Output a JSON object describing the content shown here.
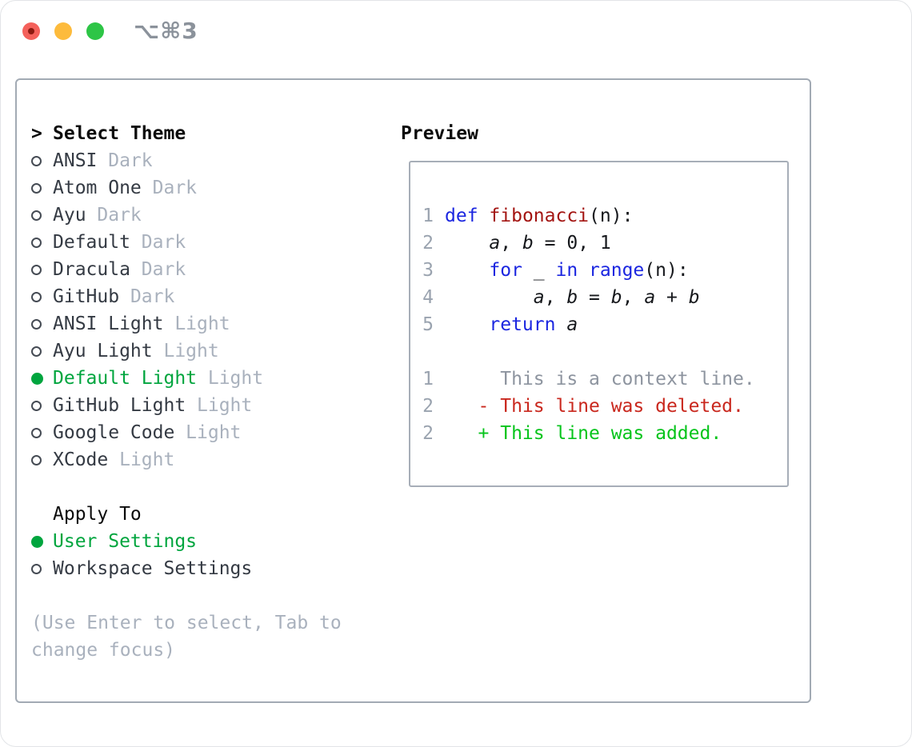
{
  "titlebar": {
    "shortcut": "⌥⌘3"
  },
  "selector": {
    "prompt": ">",
    "title": "Select Theme",
    "themes": [
      {
        "name": "ANSI",
        "variant": "Dark",
        "selected": false
      },
      {
        "name": "Atom One",
        "variant": "Dark",
        "selected": false
      },
      {
        "name": "Ayu",
        "variant": "Dark",
        "selected": false
      },
      {
        "name": "Default",
        "variant": "Dark",
        "selected": false
      },
      {
        "name": "Dracula",
        "variant": "Dark",
        "selected": false
      },
      {
        "name": "GitHub",
        "variant": "Dark",
        "selected": false
      },
      {
        "name": "ANSI Light",
        "variant": "Light",
        "selected": false
      },
      {
        "name": "Ayu Light",
        "variant": "Light",
        "selected": false
      },
      {
        "name": "Default Light",
        "variant": "Light",
        "selected": true
      },
      {
        "name": "GitHub Light",
        "variant": "Light",
        "selected": false
      },
      {
        "name": "Google Code",
        "variant": "Light",
        "selected": false
      },
      {
        "name": "XCode",
        "variant": "Light",
        "selected": false
      }
    ],
    "apply_to": {
      "title": "Apply To",
      "options": [
        {
          "name": "User Settings",
          "selected": true
        },
        {
          "name": "Workspace Settings",
          "selected": false
        }
      ]
    },
    "hint_lines": [
      "(Use Enter to select, Tab to",
      "change focus)"
    ]
  },
  "preview": {
    "title": "Preview",
    "code_lines": [
      {
        "num": "1",
        "tokens": [
          [
            "kw",
            "def"
          ],
          [
            "plain",
            " "
          ],
          [
            "fn",
            "fibonacci"
          ],
          [
            "plain",
            "(n):"
          ]
        ]
      },
      {
        "num": "2",
        "tokens": [
          [
            "plain",
            "    "
          ],
          [
            "var",
            "a"
          ],
          [
            "plain",
            ", "
          ],
          [
            "var",
            "b"
          ],
          [
            "plain",
            " = 0, 1"
          ]
        ]
      },
      {
        "num": "3",
        "tokens": [
          [
            "plain",
            "    "
          ],
          [
            "kw",
            "for"
          ],
          [
            "plain",
            " _ "
          ],
          [
            "kw",
            "in"
          ],
          [
            "plain",
            " "
          ],
          [
            "kw",
            "range"
          ],
          [
            "plain",
            "(n):"
          ]
        ]
      },
      {
        "num": "4",
        "tokens": [
          [
            "plain",
            "        "
          ],
          [
            "var",
            "a"
          ],
          [
            "plain",
            ", "
          ],
          [
            "var",
            "b"
          ],
          [
            "plain",
            " = "
          ],
          [
            "var",
            "b"
          ],
          [
            "plain",
            ", "
          ],
          [
            "var",
            "a"
          ],
          [
            "plain",
            " + "
          ],
          [
            "var",
            "b"
          ]
        ]
      },
      {
        "num": "5",
        "tokens": [
          [
            "plain",
            "    "
          ],
          [
            "kw",
            "return"
          ],
          [
            "plain",
            " "
          ],
          [
            "var",
            "a"
          ]
        ]
      }
    ],
    "diff_lines": [
      {
        "num": "1",
        "type": "context",
        "text": "     This is a context line."
      },
      {
        "num": "2",
        "type": "deleted",
        "text": "   - This line was deleted."
      },
      {
        "num": "2",
        "type": "added",
        "text": "   + This line was added."
      }
    ]
  },
  "colors": {
    "accent_green": "#00a53e",
    "added_green": "#06c41b",
    "deleted_red": "#c9271d",
    "keyword_blue": "#1b26e0",
    "function_red": "#a31512",
    "muted_gray": "#a9b1bd"
  }
}
